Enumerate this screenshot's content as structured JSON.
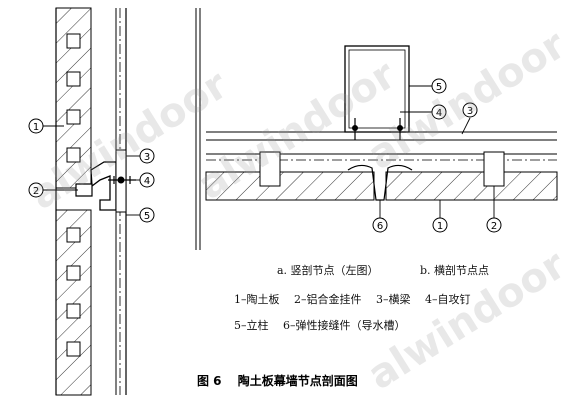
{
  "callouts": {
    "left": [
      "1",
      "2",
      "3",
      "4",
      "5"
    ],
    "right": [
      "5",
      "4",
      "3",
      "6",
      "1",
      "2"
    ]
  },
  "legend": {
    "vertical_node": "a. 竖剖节点（左图）",
    "horizontal_node": "b. 横剖节点点",
    "line1": "1–陶土板　 2–铝合金挂件　 3–横梁　 4–自攻钉",
    "line2": "5–立柱　 6–弹性接缝件（导水槽）"
  },
  "caption": "图 6　 陶土板幕墙节点剖面图",
  "watermark": "alwindoor",
  "colors": {
    "line": "#000000",
    "watermark": "#969696"
  }
}
